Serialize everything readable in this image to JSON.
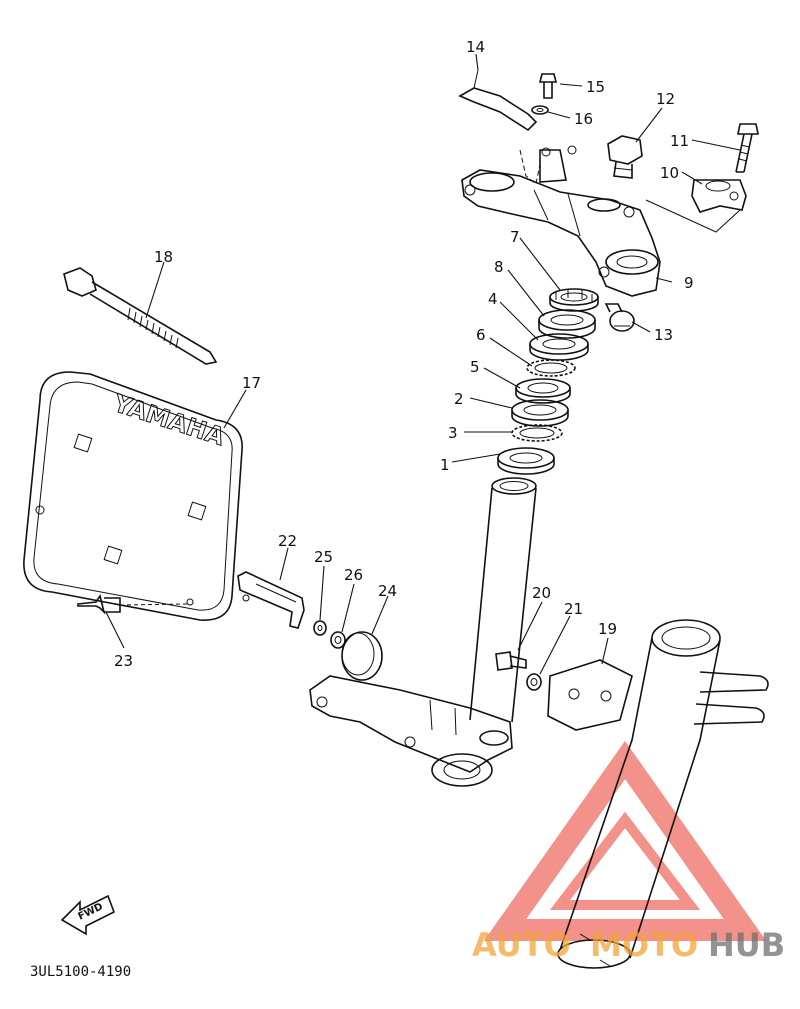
{
  "diagram": {
    "catalog_code": "3UL5100-4190",
    "fwd_label": "FWD",
    "plate_text": "YAMAHA",
    "watermark": {
      "text_auto": "AUTO",
      "text_moto": "MOTO",
      "text_hub": "HUB",
      "color_red": "#e83a2c",
      "color_orange": "#f2a33a",
      "color_gray": "#707070"
    },
    "callouts": [
      "1",
      "2",
      "3",
      "4",
      "5",
      "6",
      "7",
      "8",
      "9",
      "10",
      "11",
      "12",
      "13",
      "14",
      "15",
      "16",
      "17",
      "18",
      "19",
      "20",
      "21",
      "22",
      "23",
      "24",
      "25",
      "26"
    ]
  }
}
